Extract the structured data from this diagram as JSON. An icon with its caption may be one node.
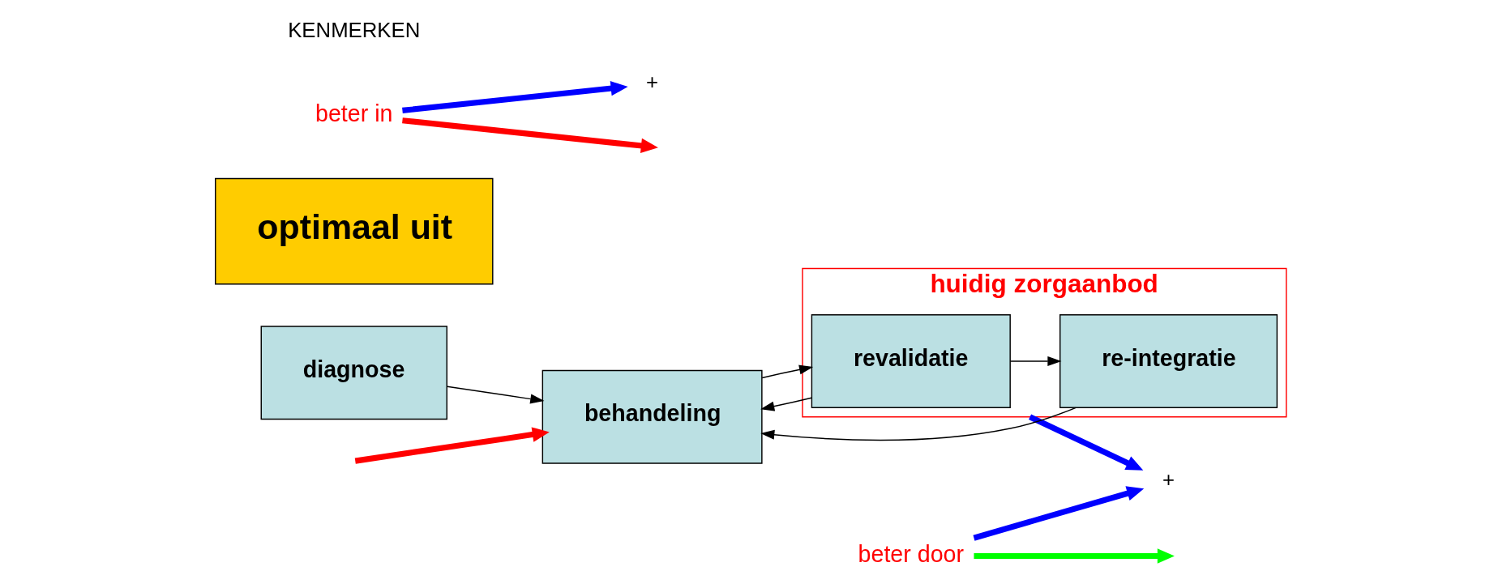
{
  "diagram": {
    "nodes": [
      {
        "text": [
          "huidig zorgaanbod"
        ]
      },
      {
        "text": [
          "diagnose"
        ]
      },
      {
        "text": [
          "behandeling"
        ]
      },
      {
        "text": [
          "revalidatie"
        ],
        "in": 0
      },
      {
        "text": [
          "re-integratie"
        ],
        "in": 0
      },
      {
        "text": [
          "optimaal uit"
        ]
      },
      {
        "text": [
          "beter door"
        ]
      },
      {
        "text": [
          "beter in"
        ]
      },
      {
        "text": [
          "+"
        ]
      },
      {
        "text": [
          "+"
        ]
      }
    ],
    "edges": [
      {
        "from": 1,
        "to": 2,
        "arrow": "to"
      },
      {
        "from": 2,
        "to": 3,
        "arrow": "to"
      },
      {
        "from": 3,
        "to": 4,
        "arrow": "to"
      },
      {
        "from": 3,
        "to": 2,
        "arrow": "to"
      },
      {
        "from": 4,
        "to": 2,
        "arrow": "to"
      },
      {
        "from": 7,
        "to": null,
        "arrow": "to",
        "color": "#ff0000"
      },
      {
        "from": null,
        "to": 2,
        "arrow": "to",
        "color": "#ff0000"
      },
      {
        "from": 6,
        "to": null,
        "arrow": "to",
        "color": "#00ff00"
      },
      {
        "from": 0,
        "to": 8,
        "arrow": "to",
        "color": "#0000ff"
      },
      {
        "from": 6,
        "to": 8,
        "arrow": "to",
        "color": "#0000ff"
      },
      {
        "from": 7,
        "to": 9,
        "arrow": "to",
        "color": "#0000ff"
      }
    ],
    "labels": [
      "KENMERKEN"
    ]
  }
}
